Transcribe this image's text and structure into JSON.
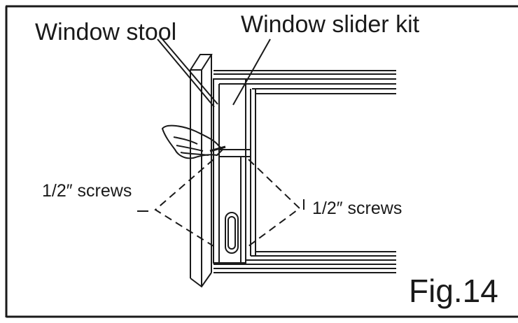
{
  "labels": {
    "window_stool": "Window stool",
    "window_slider_kit": "Window slider kit",
    "screws_left": "1/2″ screws",
    "screws_right": "1/2″ screws",
    "figure_number": "Fig.14"
  },
  "colors": {
    "ink": "#1a1a1a",
    "background": "#ffffff"
  }
}
